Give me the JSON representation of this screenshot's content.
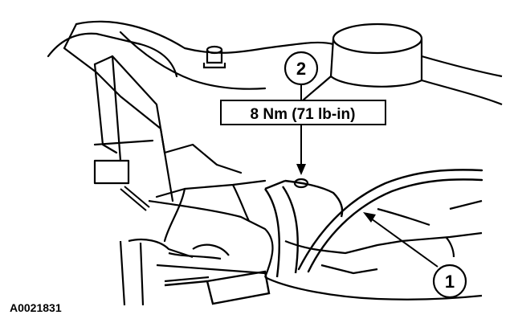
{
  "figure": {
    "callouts": [
      {
        "id": "1",
        "label": "1"
      },
      {
        "id": "2",
        "label": "2"
      }
    ],
    "torque_spec": "8 Nm (71 lb-in)",
    "figure_code": "A0021831"
  },
  "colors": {
    "ink": "#000000",
    "paper": "#ffffff"
  }
}
